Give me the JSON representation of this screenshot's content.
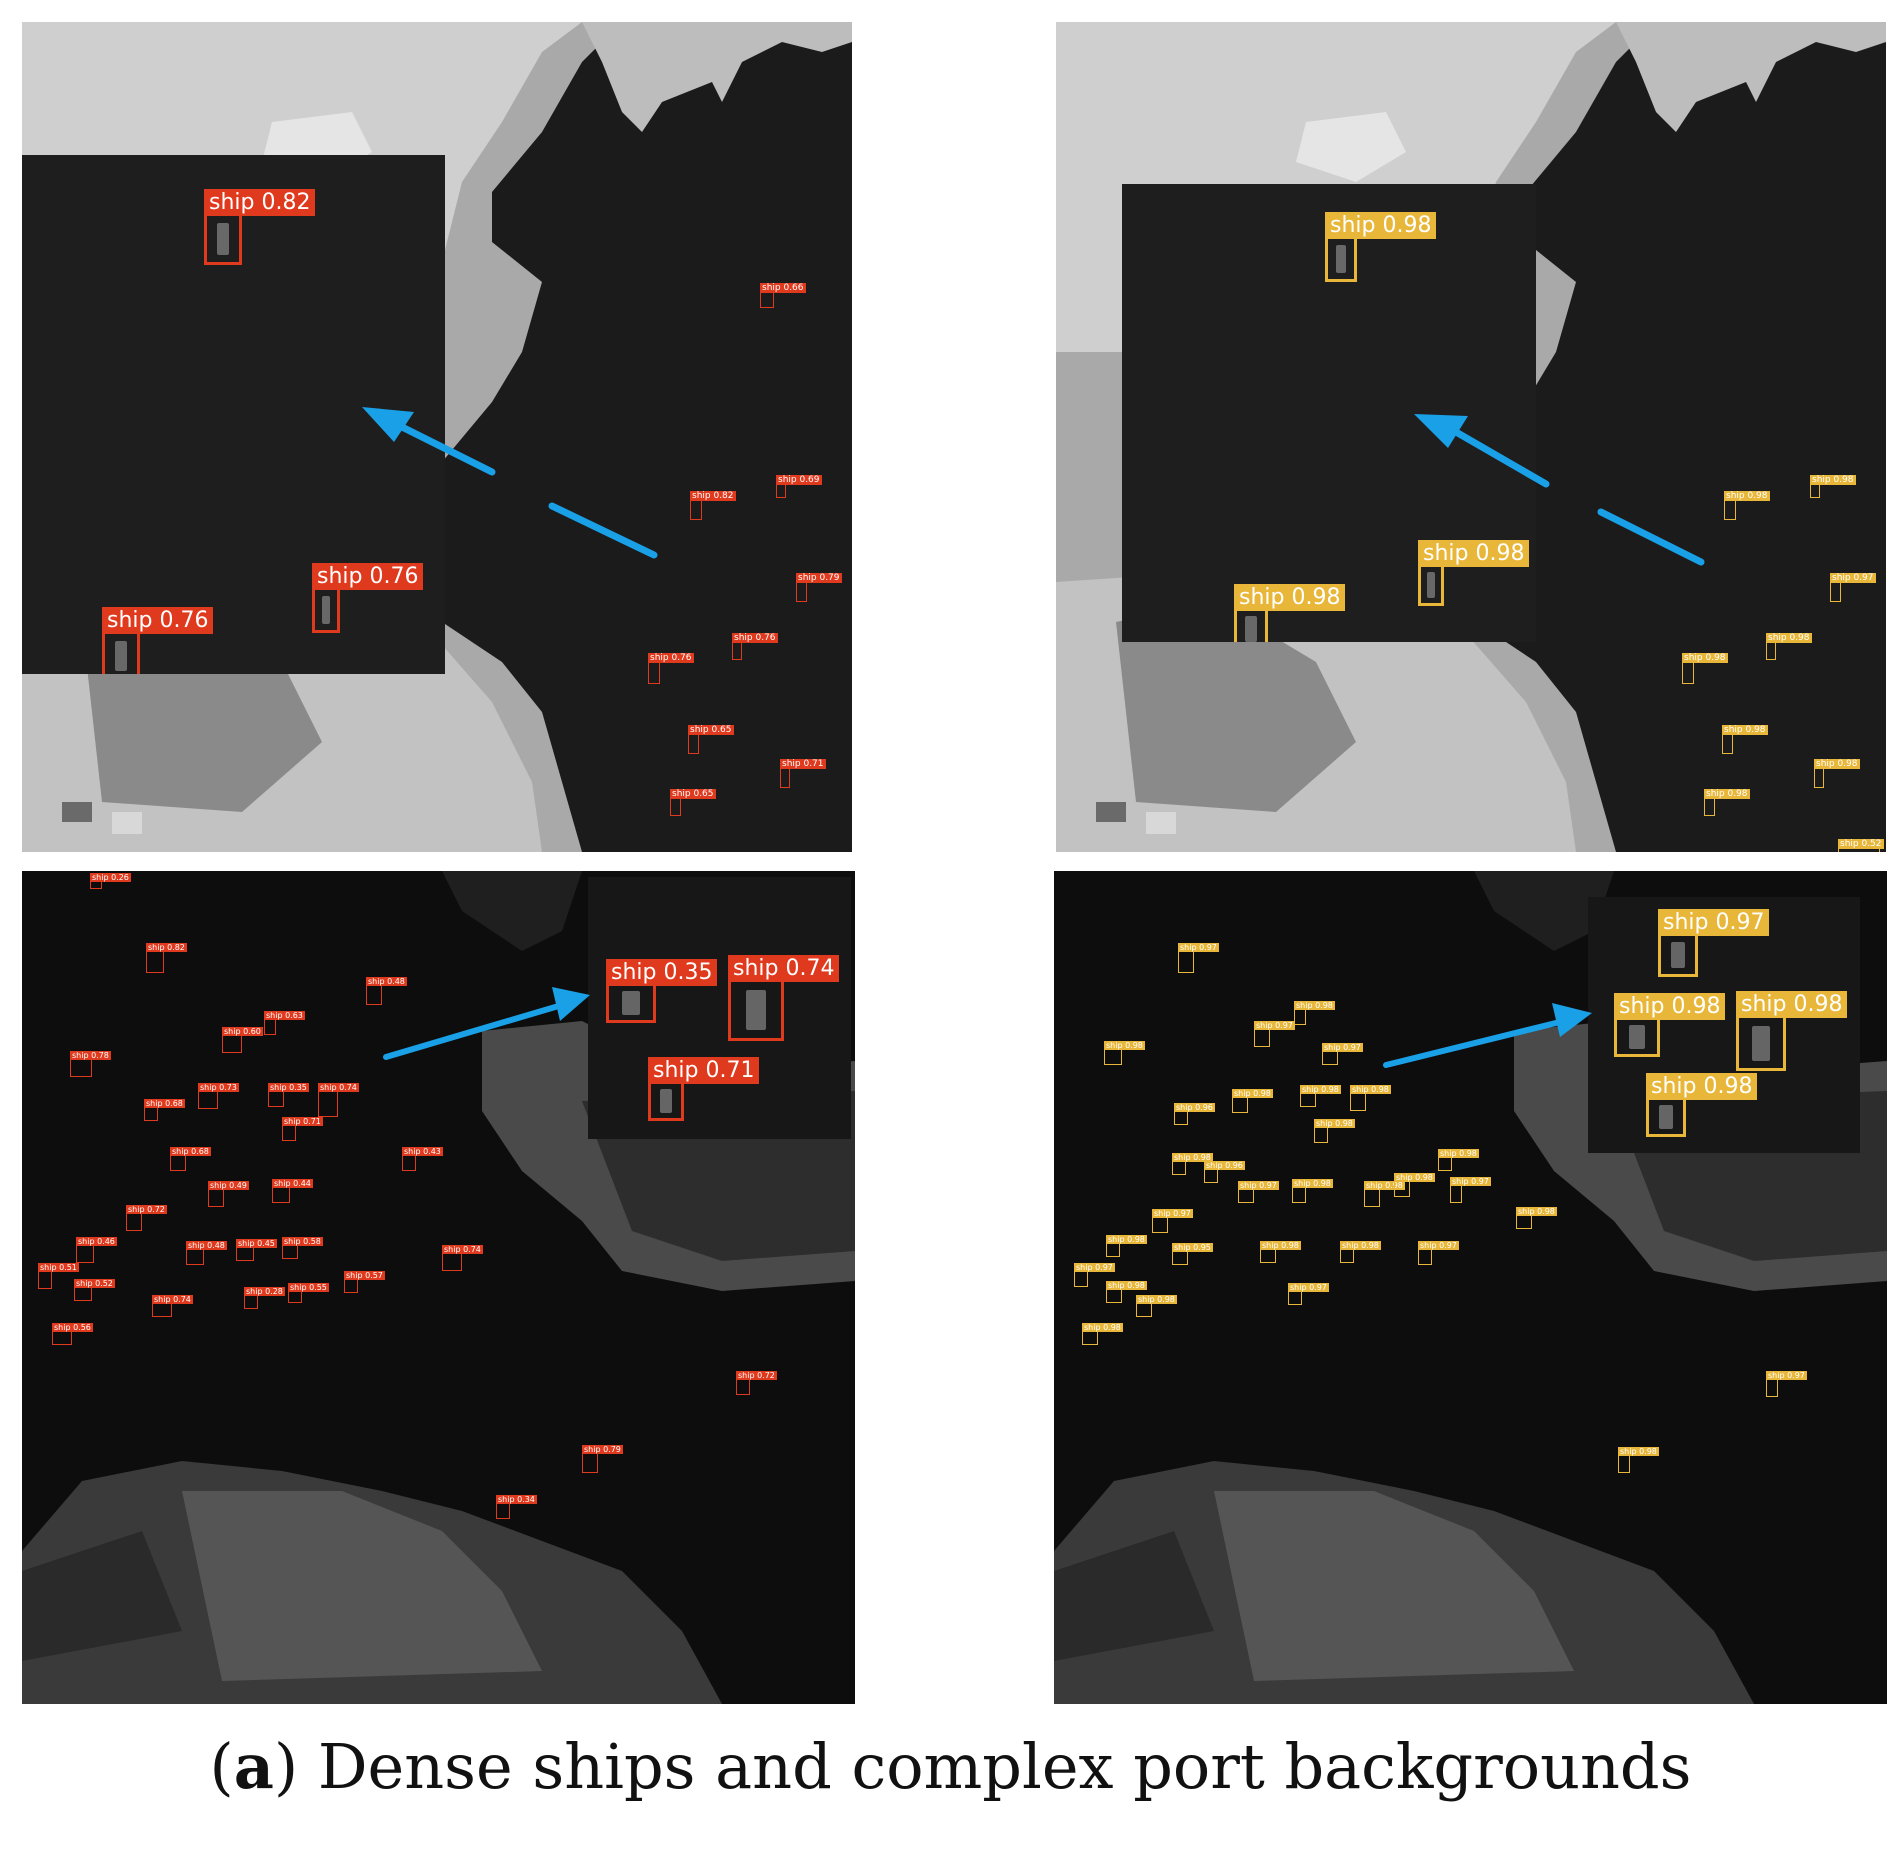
{
  "caption": {
    "open": "(",
    "letter": "a",
    "text": ") Dense ships and complex port backgrounds"
  },
  "colors": {
    "left_detector": "#e03a1e",
    "right_detector": "#e8b73a",
    "arrow": "#1aa0e6"
  },
  "panels": {
    "top_left": {
      "insets": [
        {
          "label": "ship 0.82"
        },
        {
          "label": "ship 0.76"
        },
        {
          "label": "ship 0.76"
        }
      ],
      "detections": [
        {
          "label": "ship 0.66"
        },
        {
          "label": "ship 0.82"
        },
        {
          "label": "ship 0.69"
        },
        {
          "label": "ship 0.79"
        },
        {
          "label": "ship 0.76"
        },
        {
          "label": "ship 0.76"
        },
        {
          "label": "ship 0.65"
        },
        {
          "label": "ship 0.71"
        },
        {
          "label": "ship 0.65"
        }
      ]
    },
    "top_right": {
      "insets": [
        {
          "label": "ship 0.98"
        },
        {
          "label": "ship 0.98"
        },
        {
          "label": "ship 0.98"
        }
      ],
      "detections": [
        {
          "label": "ship 0.98"
        },
        {
          "label": "ship 0.98"
        },
        {
          "label": "ship 0.97"
        },
        {
          "label": "ship 0.98"
        },
        {
          "label": "ship 0.98"
        },
        {
          "label": "ship 0.98"
        },
        {
          "label": "ship 0.98"
        },
        {
          "label": "ship 0.98"
        },
        {
          "label": "ship 0.52"
        }
      ]
    },
    "bottom_left": {
      "insets": [
        {
          "label": "ship 0.35"
        },
        {
          "label": "ship 0.74"
        },
        {
          "label": "ship 0.71"
        }
      ],
      "detections": [
        {
          "label": "ship 0.26"
        },
        {
          "label": "ship 0.82"
        },
        {
          "label": "ship 0.48"
        },
        {
          "label": "ship 0.63"
        },
        {
          "label": "ship 0.60"
        },
        {
          "label": "ship 0.78"
        },
        {
          "label": "ship 0.73"
        },
        {
          "label": "ship 0.35"
        },
        {
          "label": "ship 0.74"
        },
        {
          "label": "ship 0.68"
        },
        {
          "label": "ship 0.71"
        },
        {
          "label": "ship 0.68"
        },
        {
          "label": "ship 0.43"
        },
        {
          "label": "ship 0.49"
        },
        {
          "label": "ship 0.44"
        },
        {
          "label": "ship 0.72"
        },
        {
          "label": "ship 0.46"
        },
        {
          "label": "ship 0.48"
        },
        {
          "label": "ship 0.45"
        },
        {
          "label": "ship 0.58"
        },
        {
          "label": "ship 0.74"
        },
        {
          "label": "ship 0.51"
        },
        {
          "label": "ship 0.52"
        },
        {
          "label": "ship 0.28"
        },
        {
          "label": "ship 0.55"
        },
        {
          "label": "ship 0.57"
        },
        {
          "label": "ship 0.74"
        },
        {
          "label": "ship 0.56"
        },
        {
          "label": "ship 0.72"
        },
        {
          "label": "ship 0.79"
        },
        {
          "label": "ship 0.34"
        }
      ]
    },
    "bottom_right": {
      "insets": [
        {
          "label": "ship 0.97"
        },
        {
          "label": "ship 0.98"
        },
        {
          "label": "ship 0.98"
        },
        {
          "label": "ship 0.98"
        }
      ],
      "detections": [
        {
          "label": "ship 0.97"
        },
        {
          "label": "ship 0.98"
        },
        {
          "label": "ship 0.97"
        },
        {
          "label": "ship 0.98"
        },
        {
          "label": "ship 0.97"
        },
        {
          "label": "ship 0.96"
        },
        {
          "label": "ship 0.98"
        },
        {
          "label": "ship 0.98"
        },
        {
          "label": "ship 0.98"
        },
        {
          "label": "ship 0.98"
        },
        {
          "label": "ship 0.98"
        },
        {
          "label": "ship 0.96"
        },
        {
          "label": "ship 0.98"
        },
        {
          "label": "ship 0.97"
        },
        {
          "label": "ship 0.98"
        },
        {
          "label": "ship 0.98"
        },
        {
          "label": "ship 0.98"
        },
        {
          "label": "ship 0.97"
        },
        {
          "label": "ship 0.98"
        },
        {
          "label": "ship 0.97"
        },
        {
          "label": "ship 0.98"
        },
        {
          "label": "ship 0.98"
        },
        {
          "label": "ship 0.95"
        },
        {
          "label": "ship 0.98"
        },
        {
          "label": "ship 0.97"
        },
        {
          "label": "ship 0.97"
        },
        {
          "label": "ship 0.98"
        },
        {
          "label": "ship 0.97"
        },
        {
          "label": "ship 0.98"
        },
        {
          "label": "ship 0.98"
        },
        {
          "label": "ship 0.97"
        },
        {
          "label": "ship 0.98"
        }
      ]
    }
  }
}
